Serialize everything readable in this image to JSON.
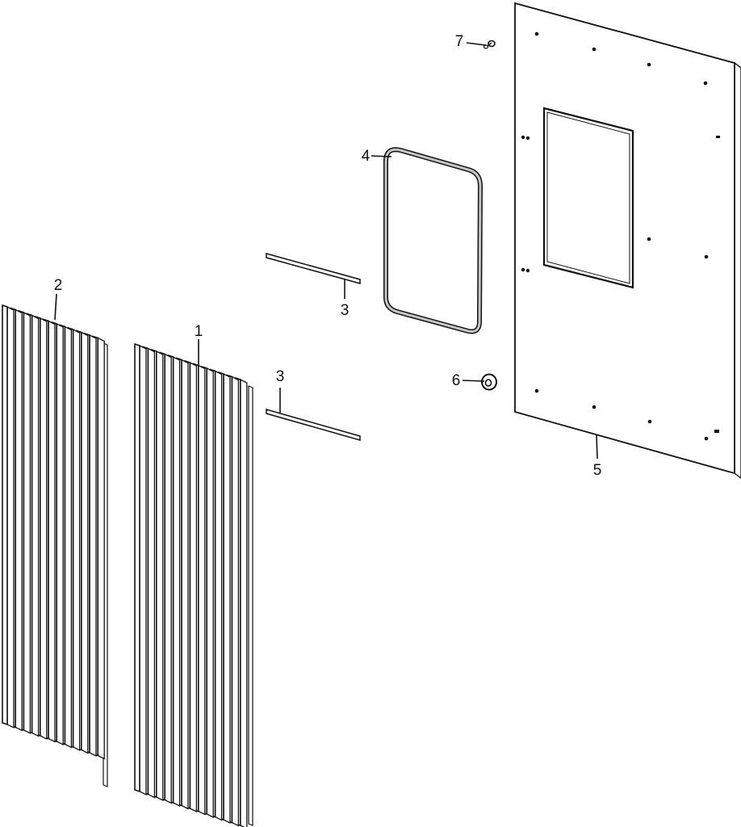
{
  "diagram": {
    "callouts": [
      {
        "id": "c1",
        "label": "1"
      },
      {
        "id": "c2",
        "label": "2"
      },
      {
        "id": "c3a",
        "label": "3"
      },
      {
        "id": "c3b",
        "label": "3"
      },
      {
        "id": "c4",
        "label": "4"
      },
      {
        "id": "c5",
        "label": "5"
      },
      {
        "id": "c6",
        "label": "6"
      },
      {
        "id": "c7",
        "label": "7"
      }
    ],
    "colors": {
      "line": "#111111",
      "fill": "#ffffff",
      "gasket": "#b8b8b8"
    }
  }
}
